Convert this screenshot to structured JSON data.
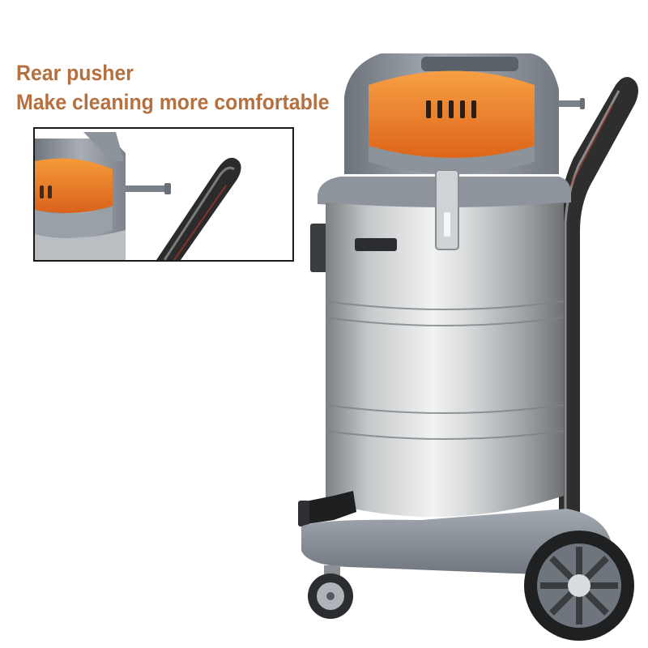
{
  "headline": {
    "line1": "Rear pusher",
    "line2": "Make cleaning more comfortable"
  },
  "colors": {
    "text": "#b5703f",
    "accent_orange": "#ef7d1f",
    "housing_gray": "#8a9099",
    "steel": "#c8cbce",
    "handle_dark": "#2b2b2b"
  },
  "icons": {
    "product": "wet-dry-vacuum-cleaner",
    "detail": "rear-push-handle-closeup"
  }
}
